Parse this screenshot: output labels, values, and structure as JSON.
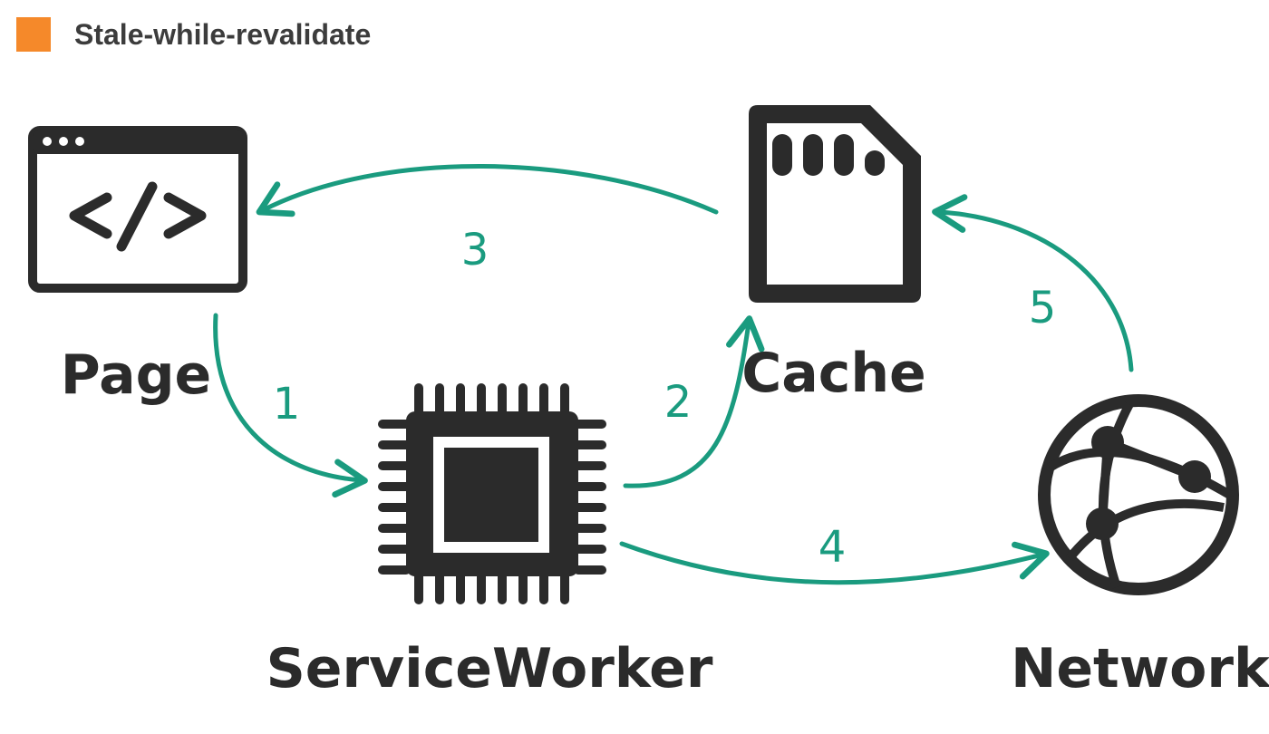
{
  "header": {
    "title": "Stale-while-revalidate",
    "swatch_color": "#f5892a"
  },
  "nodes": {
    "page": {
      "label": "Page",
      "icon": "browser-code-icon"
    },
    "service_worker": {
      "label": "ServiceWorker",
      "icon": "chip-icon"
    },
    "cache": {
      "label": "Cache",
      "icon": "sd-card-icon"
    },
    "network": {
      "label": "Network",
      "icon": "globe-network-icon"
    }
  },
  "steps": {
    "s1": "1",
    "s2": "2",
    "s3": "3",
    "s4": "4",
    "s5": "5"
  },
  "colors": {
    "arrow": "#1a9b7f",
    "icon": "#2b2b2b"
  }
}
